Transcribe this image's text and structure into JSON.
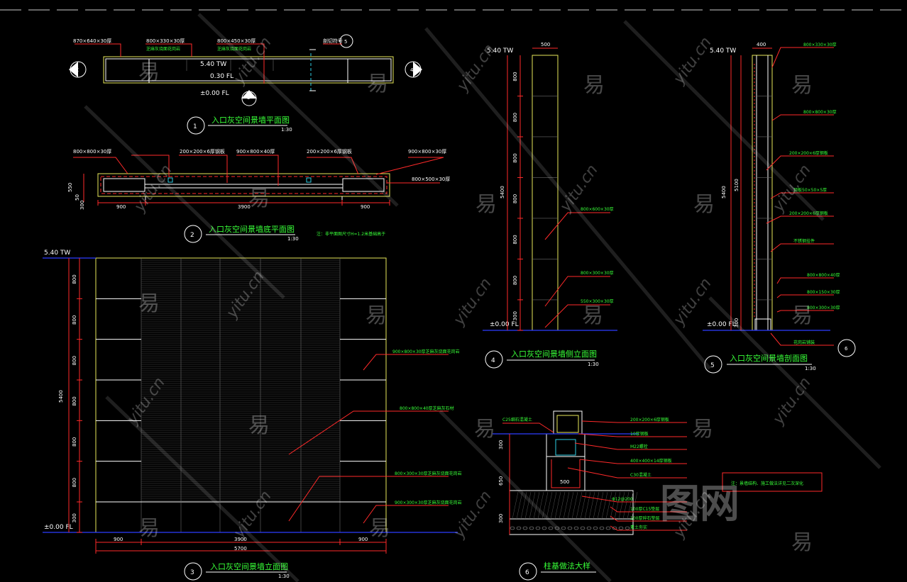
{
  "colors": {
    "background": "#000000",
    "line": "#ffffff",
    "wall": "#e8e85a",
    "dimension": "#ff2a2a",
    "annotation": "#38ff38",
    "ground": "#2d3cff",
    "note_box": "#ff2a2a"
  },
  "views": [
    {
      "number": "1",
      "title": "入口灰空间景墙平面图",
      "scale": "1:30"
    },
    {
      "number": "2",
      "title": "入口灰空间景墙底平面图",
      "scale": "1:30"
    },
    {
      "number": "3",
      "title": "入口灰空间景墙立面图",
      "scale": "1:30"
    },
    {
      "number": "4",
      "title": "入口灰空间景墙侧立面图",
      "scale": "1:30"
    },
    {
      "number": "5",
      "title": "入口灰空间景墙剖面图",
      "scale": "1:30"
    },
    {
      "number": "6",
      "title": "柱基做法大样",
      "scale": ""
    }
  ],
  "plan1": {
    "levels": [
      "5.40 TW",
      "0.30 FL",
      "±0.00 FL"
    ],
    "labels": [
      "870×640×30厚",
      "800×330×30厚",
      "800×450×30厚",
      "剖切符号"
    ],
    "notes": [
      "芝麻灰烧面花岗岩",
      "芝麻灰烧面花岗岩",
      "芝麻灰烧面花岗岩"
    ],
    "markers": [
      "C",
      "3",
      "4",
      "5"
    ]
  },
  "plan2": {
    "labels": [
      "800×800×30厚",
      "200×200×6厚钢板",
      "900×800×40厚",
      "200×200×6厚钢板",
      "900×800×30厚",
      "800×500×30厚"
    ],
    "dims_bottom": [
      "900",
      "3900",
      "900"
    ],
    "dims_side": [
      "550",
      "50",
      "300"
    ],
    "note": "注：非平面图尺寸H=1.2米基础高于"
  },
  "elev3": {
    "top_level": "5.40 TW",
    "ground_level": "±0.00 FL",
    "left_dims": [
      "800",
      "800",
      "800",
      "800",
      "800",
      "800",
      "300"
    ],
    "total_height": "5400",
    "bottom_dims": [
      "900",
      "3900",
      "900"
    ],
    "total_width": "5700",
    "labels": [
      "900×800×30厚芝麻灰烧面花岗岩",
      "800×800×40厚芝麻灰石材",
      "800×300×30厚芝麻灰烧面花岗岩",
      "900×300×30厚芝麻灰烧面花岗岩"
    ]
  },
  "side4": {
    "top_level": "5.40 TW",
    "ground_level": "±0.00 FL",
    "width_dim": "500",
    "left_dims": [
      "800",
      "800",
      "800",
      "800",
      "800",
      "800",
      "300"
    ],
    "total_height": "5400",
    "labels": [
      "800×600×30厚",
      "800×300×30厚",
      "550×300×30厚"
    ]
  },
  "sect5": {
    "top_level": "5.40 TW",
    "ground_level": "±0.00 FL",
    "width_dim": "400",
    "dims": [
      "5400",
      "5100",
      "300"
    ],
    "labels": [
      "800×330×30厚",
      "800×800×30厚",
      "200×200×6厚钢板",
      "顶板50×50×5厚",
      "200×200×6厚钢板",
      "不锈钢挂件",
      "800×800×40厚",
      "800×150×30厚",
      "800×300×30厚",
      "花岗岩铺装"
    ],
    "marker": "6"
  },
  "detail6": {
    "labels": [
      "C25细石混凝土",
      "200×200×6厚钢板",
      "10厚钢板",
      "M22螺栓",
      "400×400×14厚钢板",
      "C30混凝土",
      "Φ12@200",
      "100厚C15垫层",
      "100厚碎石垫层",
      "素土夯实"
    ],
    "dims": [
      "300",
      "650",
      "300",
      "500"
    ],
    "note": "注：景墙结构、施工做法详见二次深化"
  },
  "watermarks": {
    "glyph": "易",
    "site": "yitu.cn",
    "brand": "图网"
  }
}
